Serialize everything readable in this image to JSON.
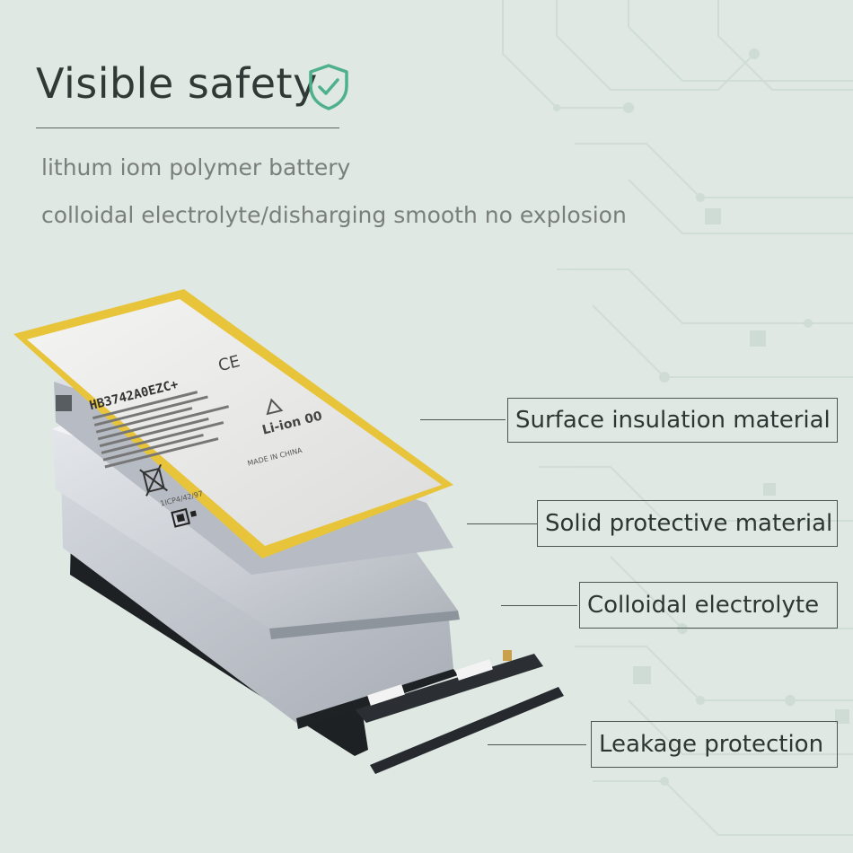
{
  "title": "Visible safety",
  "subtitle_lines": [
    "lithum iom polymer battery",
    "colloidal electrolyte/disharging smooth no explosion"
  ],
  "callouts": [
    {
      "label": "Surface insulation material"
    },
    {
      "label": "Solid protective material"
    },
    {
      "label": "Colloidal electrolyte"
    },
    {
      "label": "Leakage protection"
    }
  ],
  "battery_label": {
    "model": "HB3742A0EZC+",
    "cell_type": "Li-ion 00",
    "origin": "MADE IN CHINA",
    "code": "1ICP4/42/97"
  },
  "colors": {
    "background": "#dfe8e3",
    "accent_shield": "#4fb08c",
    "insulation_yellow": "#e7c43a",
    "text_dark": "#2e3634"
  },
  "icons": [
    "shield-check-icon",
    "ce-mark-icon",
    "recycle-icon",
    "crossed-bin-icon",
    "qr-code-icon"
  ]
}
